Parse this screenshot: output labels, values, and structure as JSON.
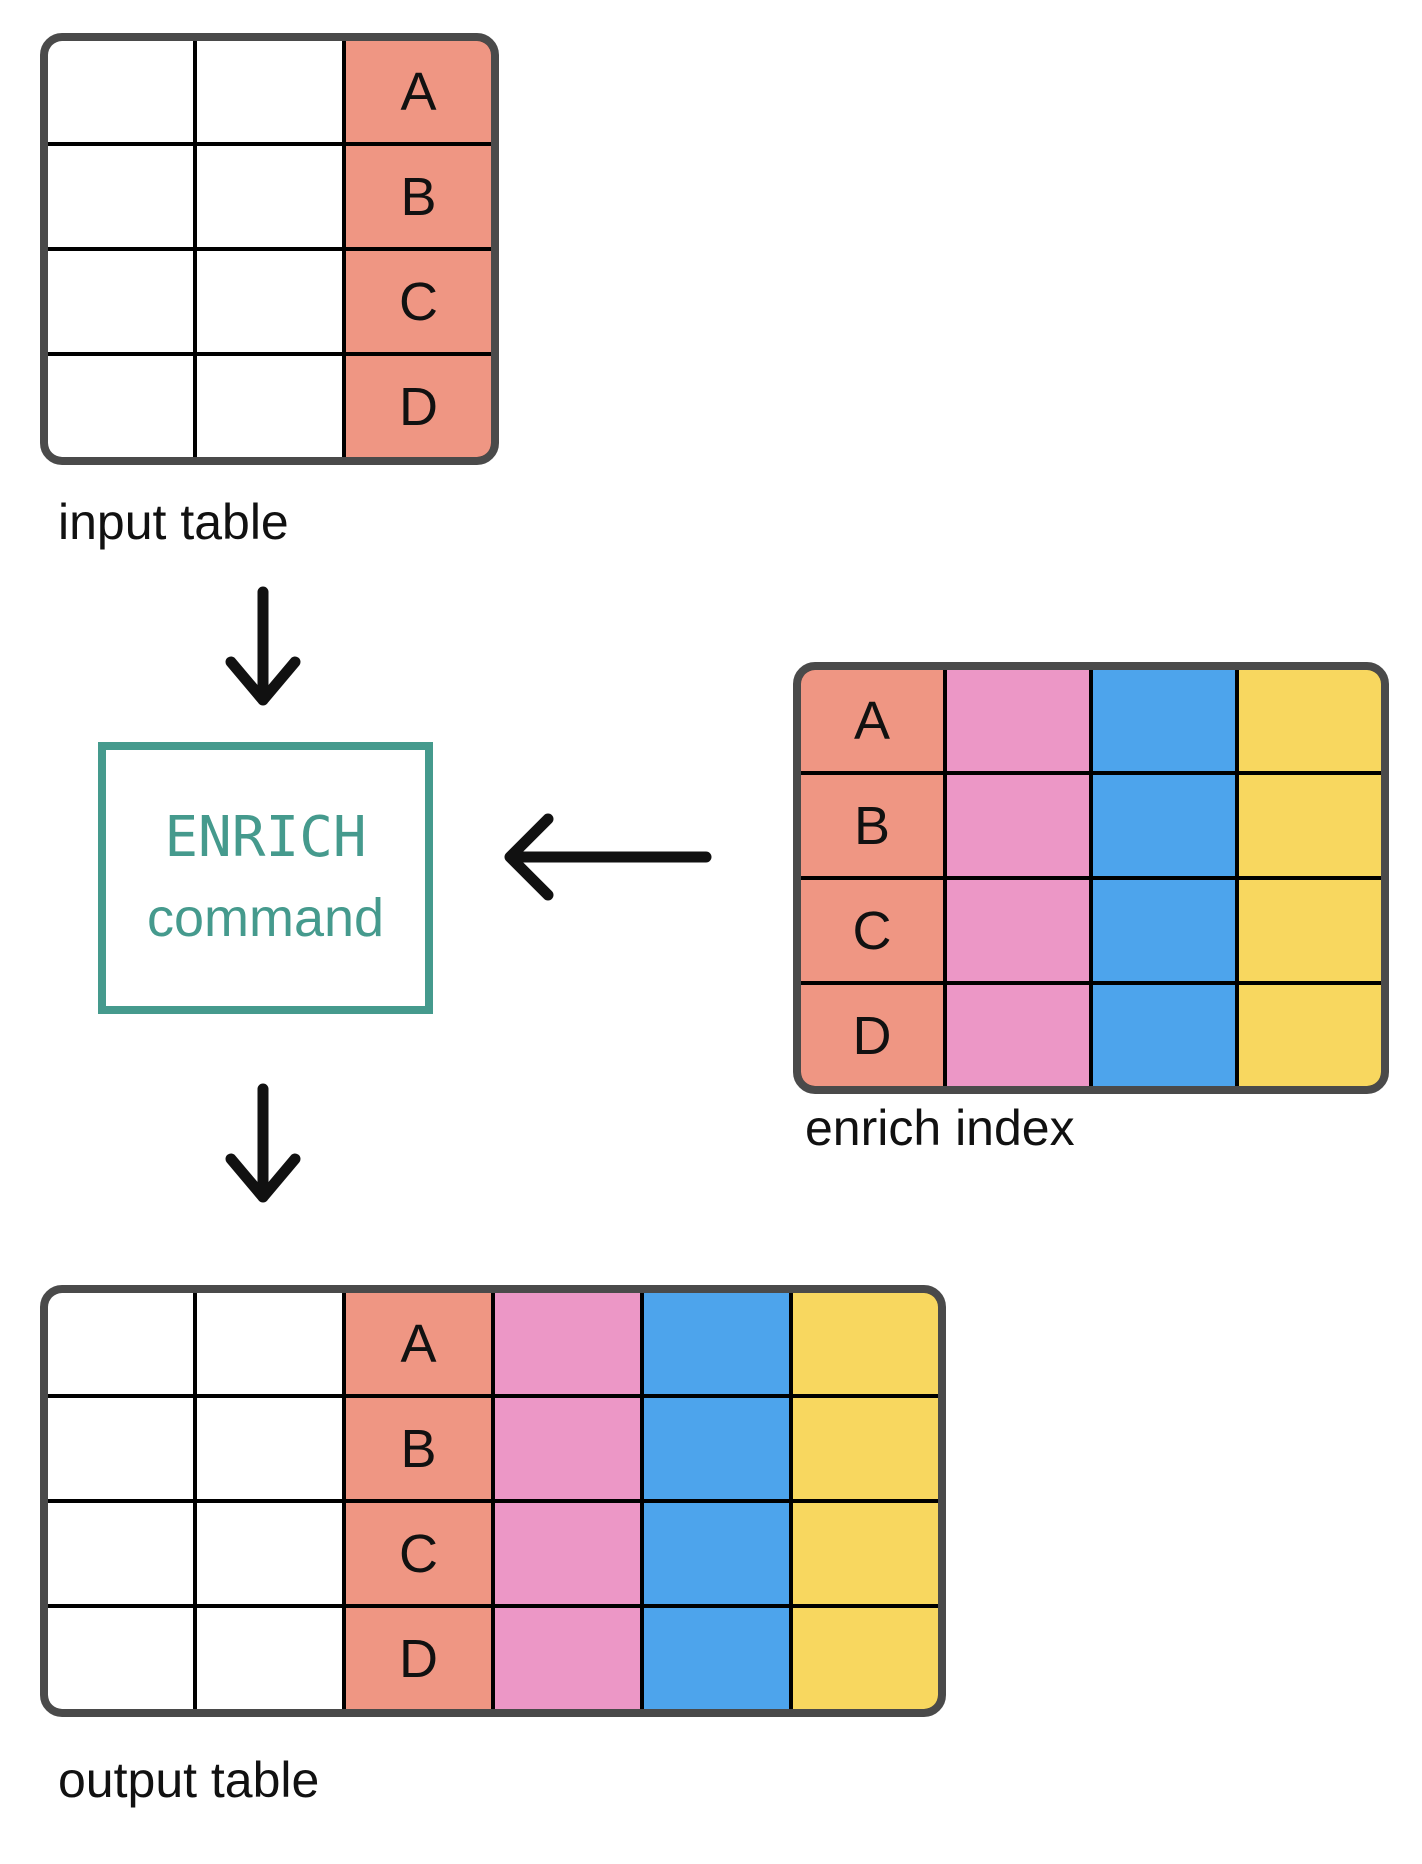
{
  "palette": {
    "key": "#EF9683",
    "pink": "#EC97C6",
    "blue": "#4DA4EC",
    "yellow": "#F8D75F",
    "teal": "#459A8D",
    "table-border": "#4A4A4A",
    "grid-line": "#000000",
    "arrow": "#111111",
    "text": "#111111"
  },
  "input_table": {
    "label": "input table",
    "keys": [
      "A",
      "B",
      "C",
      "D"
    ]
  },
  "enrich_index": {
    "label": "enrich index",
    "keys": [
      "A",
      "B",
      "C",
      "D"
    ]
  },
  "output_table": {
    "label": "output table",
    "keys": [
      "A",
      "B",
      "C",
      "D"
    ]
  },
  "command_box": {
    "title": "ENRICH",
    "subtitle": "command"
  }
}
